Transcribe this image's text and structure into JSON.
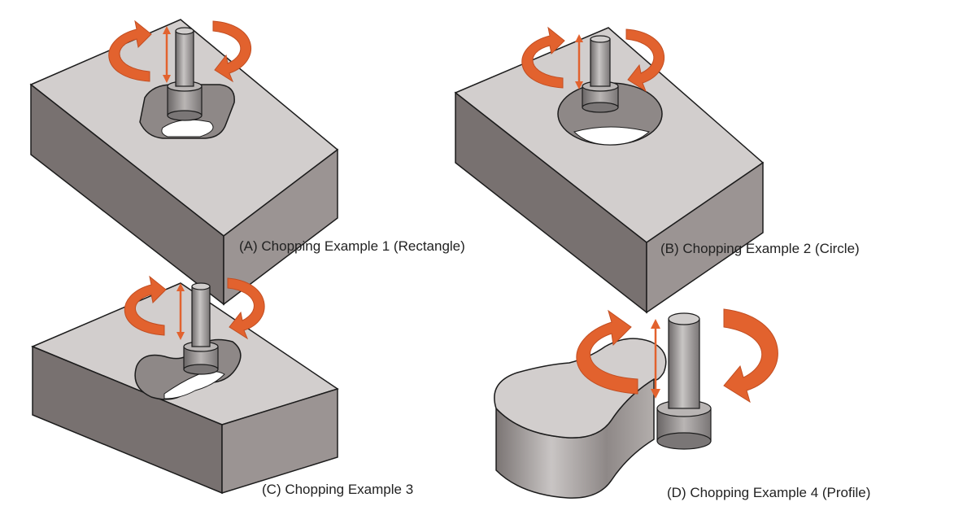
{
  "colors": {
    "block_top": "#d2cecd",
    "block_front": "#787170",
    "block_side": "#9b9493",
    "outline": "#1c1c1c",
    "arrow": "#e2622e",
    "arrow_dark": "#c24e22",
    "tool_light": "#c8c5c4",
    "tool_dark": "#6c6868"
  },
  "captions": {
    "a": "(A) Chopping Example 1 (Rectangle)",
    "b": "(B) Chopping Example 2 (Circle)",
    "c": "(C) Chopping Example 3",
    "d": "(D) Chopping Example 4 (Profile)"
  }
}
